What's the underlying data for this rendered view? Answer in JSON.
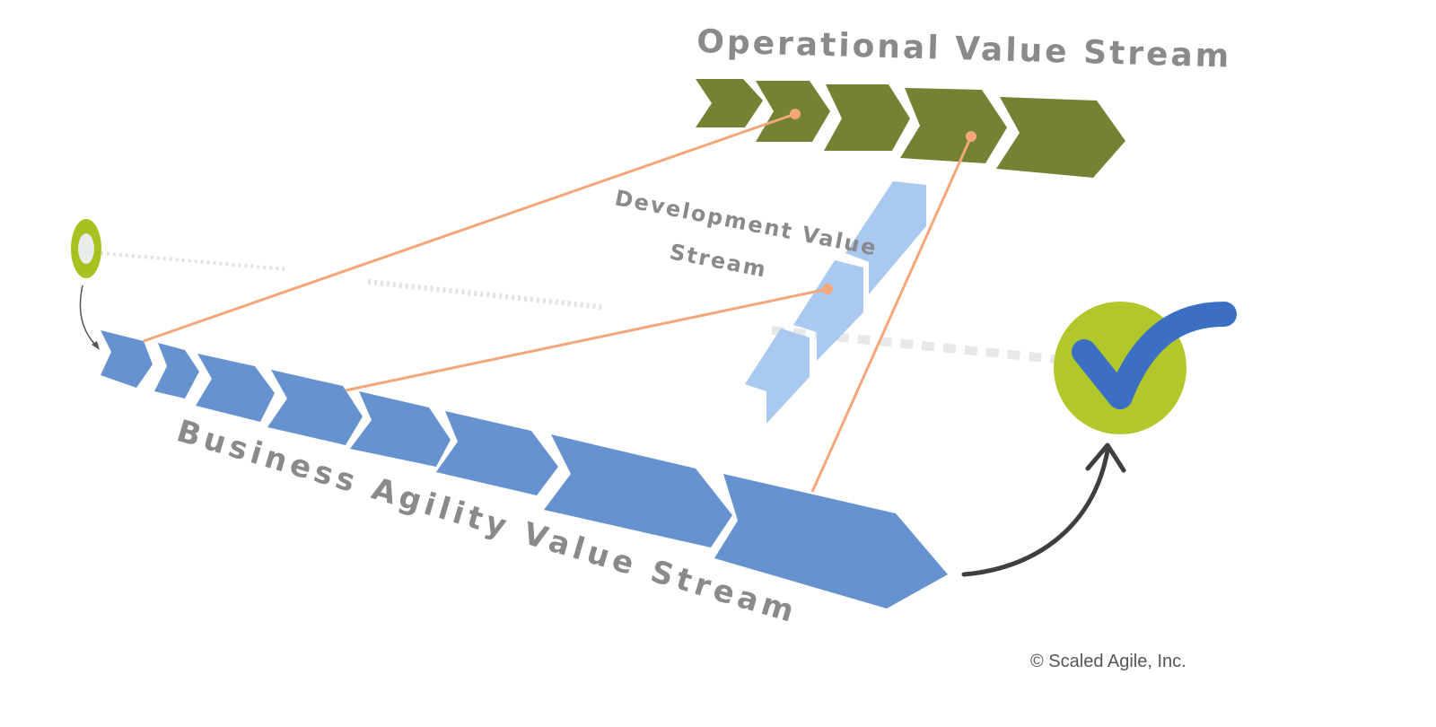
{
  "labels": {
    "operational": "Operational Value Stream",
    "development_line1": "Development Value",
    "development_line2": "Stream",
    "business": "Business Agility Value Stream"
  },
  "copyright": "© Scaled Agile, Inc.",
  "colors": {
    "operational_green": "#738233",
    "development_light_blue": "#a9c9f0",
    "business_blue": "#6693cf",
    "connector_orange": "#f4a77a",
    "start_ring_green": "#a7c21e",
    "checkmark_circle_green": "#b2c72a",
    "checkmark_blue": "#3a6fc4",
    "arrow_dark": "#3f3f3f",
    "label_gray": "#8a8a8a"
  },
  "icons": {
    "start": "start-ring-icon",
    "goal": "checkmark-icon",
    "goal_arrow": "curved-arrow-icon"
  },
  "stage_counts": {
    "operational": 5,
    "development": 3,
    "business": 8
  }
}
